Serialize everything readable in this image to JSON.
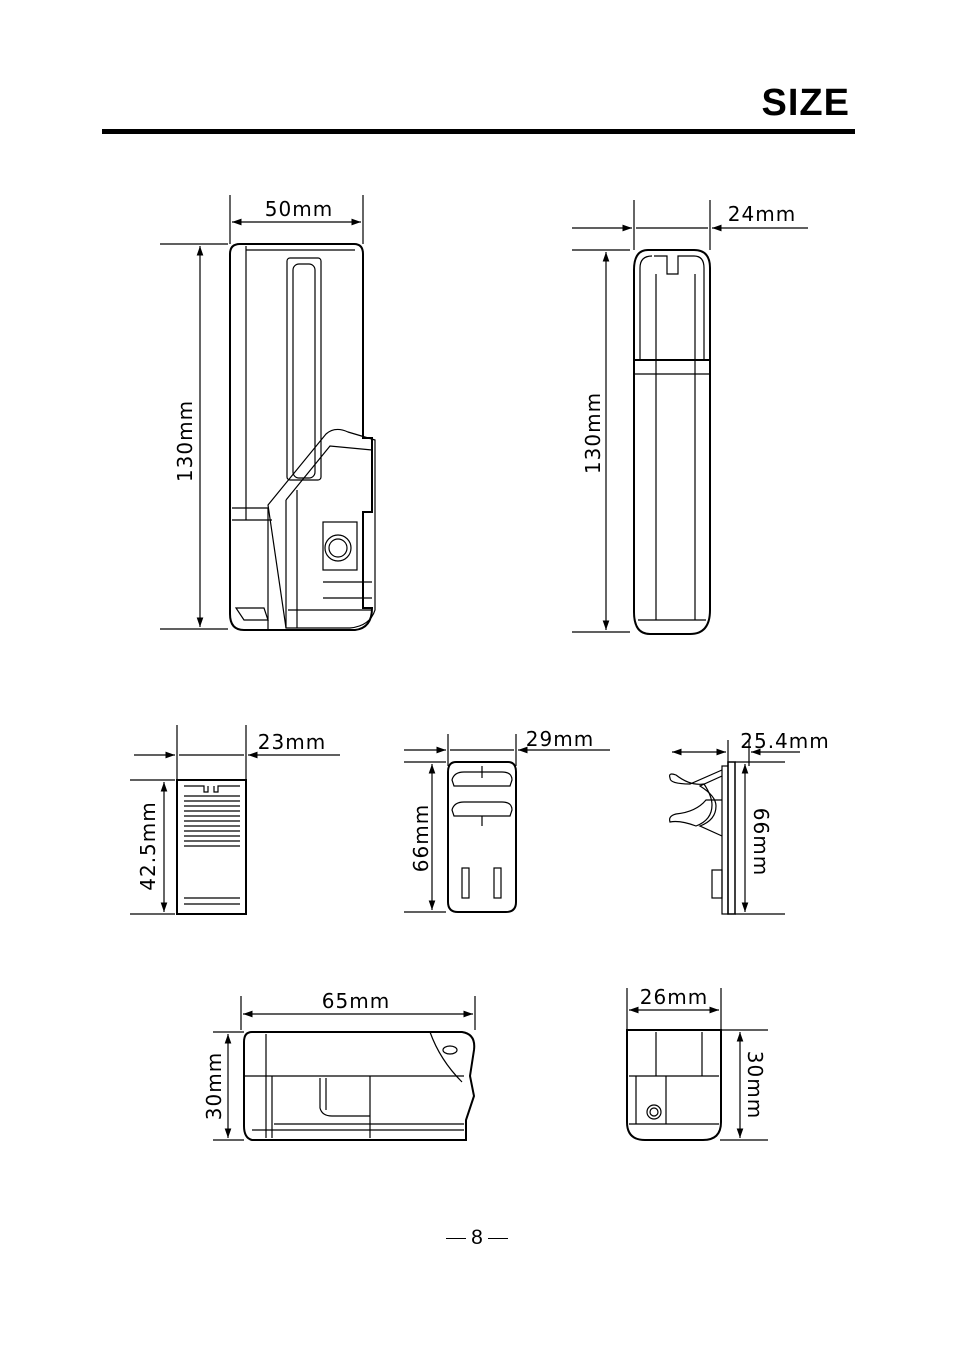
{
  "header": {
    "title": "SIZE"
  },
  "views": {
    "front": {
      "width": "50mm",
      "height": "130mm"
    },
    "side": {
      "depth": "24mm",
      "height": "130mm"
    },
    "battery": {
      "width": "23mm",
      "height": "42.5mm"
    },
    "clip_back": {
      "width": "29mm",
      "height": "66mm"
    },
    "clip_side": {
      "depth": "25.4mm",
      "height": "66mm"
    },
    "bottom": {
      "length": "65mm",
      "height": "30mm"
    },
    "end": {
      "width": "26mm",
      "height": "30mm"
    }
  },
  "footer": {
    "page_number": "8"
  }
}
